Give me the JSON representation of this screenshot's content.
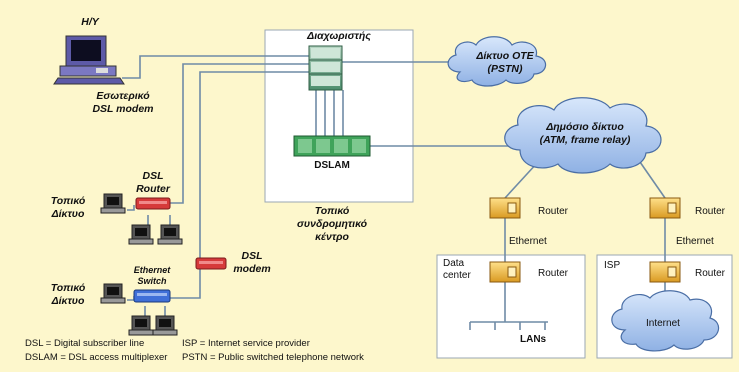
{
  "labels": {
    "pc": "H/Y",
    "internal_modem": "Εσωτερικό\nDSL modem",
    "splitter": "Διαχωριστής",
    "pstn": "Δίκτυο ΟΤΕ\n(PSTN)",
    "dslam": "DSLAM",
    "public_net": "Δημόσιο δίκτυο\n(ATM, frame relay)",
    "exchange": "Τοπικό\nσυνδρομητικό\nκέντρο",
    "lan1": "Τοπικό\nΔίκτυο",
    "dsl_router": "DSL\nRouter",
    "dsl_modem": "DSL\nmodem",
    "lan2": "Τοπικό\nΔίκτυο",
    "eth_switch": "Ethernet\nSwitch",
    "router_left_top": "Router",
    "ethernet_left": "Ethernet",
    "data_center": "Data\ncenter",
    "router_dc": "Router",
    "lans": "LANs",
    "router_right_top": "Router",
    "ethernet_right": "Ethernet",
    "isp": "ISP",
    "router_isp": "Router",
    "internet": "Internet"
  },
  "legend": {
    "dsl": "DSL = Digital subscriber line",
    "dslam": "DSLAM = DSL access multiplexer",
    "isp": "ISP = Internet service provider",
    "pstn": "PSTN = Public switched telephone network"
  },
  "colors": {
    "background": "#fdf7cc",
    "line": "#6f8ba6",
    "cloud": "#a8c4ec",
    "router": "#f2c24d",
    "dsl_device": "#d63a3a",
    "switch": "#3f6fd8",
    "dslam": "#3fa35a"
  }
}
